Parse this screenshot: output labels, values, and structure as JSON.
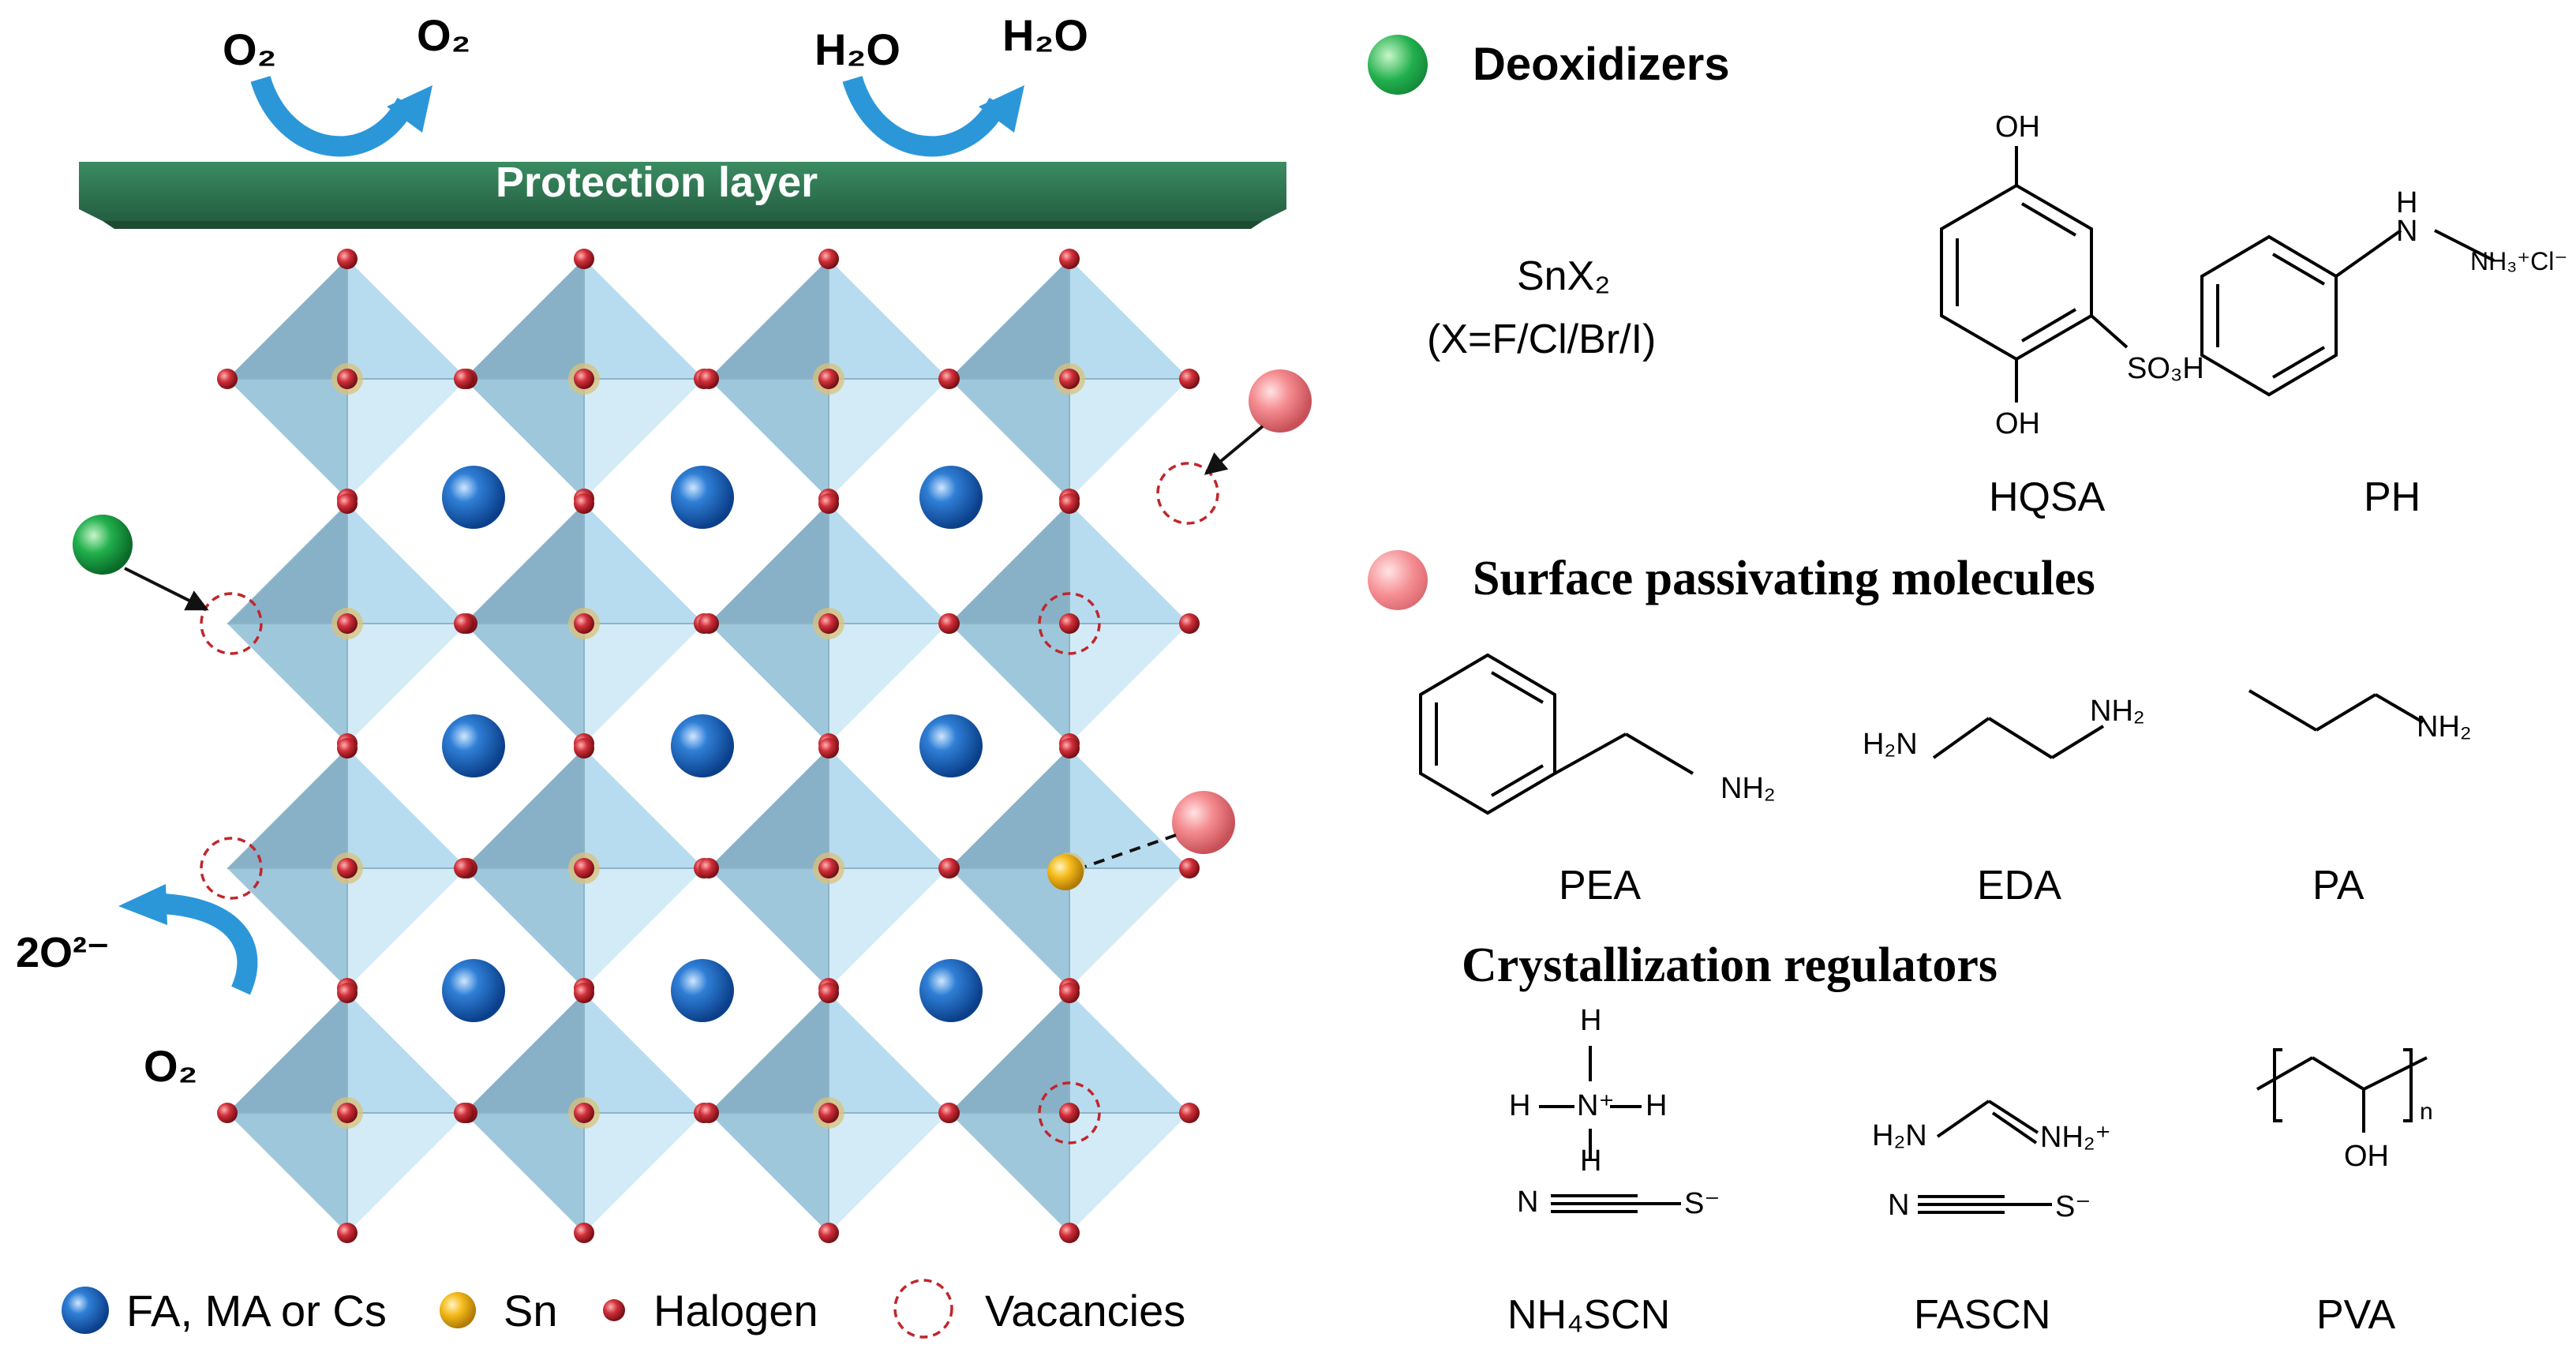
{
  "top_labels": {
    "o2_in": "O₂",
    "o2_out": "O₂",
    "h2o_in": "H₂O",
    "h2o_out": "H₂O"
  },
  "protection_layer": "Protection layer",
  "left_annotations": {
    "oxide_ion": "2O²⁻",
    "o2_bottom": "O₂"
  },
  "legend": {
    "a_site": "FA, MA or Cs",
    "sn": "Sn",
    "halogen": "Halogen",
    "vacancies": "Vacancies"
  },
  "sections": {
    "deoxidizers": "Deoxidizers",
    "passivating": "Surface passivating molecules",
    "regulators": "Crystallization regulators"
  },
  "deoxidizers": {
    "snx2_line1": "SnX₂",
    "snx2_line2": "(X=F/Cl/Br/I)",
    "hqsa_oh_top": "OH",
    "hqsa_oh_bottom": "OH",
    "hqsa_so3h": "SO₃H",
    "hqsa": "HQSA",
    "ph_h": "H",
    "ph_n": "N",
    "ph_nh3cl": "NH₃⁺Cl⁻",
    "ph": "PH"
  },
  "passivating": {
    "pea_nh2": "NH₂",
    "pea": "PEA",
    "eda_h2n": "H₂N",
    "eda_nh2": "NH₂",
    "eda": "EDA",
    "pa_nh2": "NH₂",
    "pa": "PA"
  },
  "regulators": {
    "nh4_h_top": "H",
    "nh4_h_left": "H",
    "nh4_n": "N⁺",
    "nh4_h_right": "H",
    "nh4_h_bottom": "H",
    "scn_n": "N",
    "scn_s": "S⁻",
    "nh4scn": "NH₄SCN",
    "fa_h2n": "H₂N",
    "fa_nh2": "NH₂⁺",
    "fa_scn_n": "N",
    "fa_scn_s": "S⁻",
    "fascn": "FASCN",
    "pva_n": "n",
    "pva_oh": "OH",
    "pva": "PVA"
  },
  "colors": {
    "protection_layer": "#2f7a52",
    "octahedron_light": "#b8dcef",
    "octahedron_dark": "#7fa9bf",
    "a_site": "#1a5fb4",
    "sn": "#f2b91b",
    "halogen": "#c0262d",
    "deoxidizer": "#1ea64a",
    "passivator": "#f28a8f",
    "arrow": "#2b97d9"
  }
}
